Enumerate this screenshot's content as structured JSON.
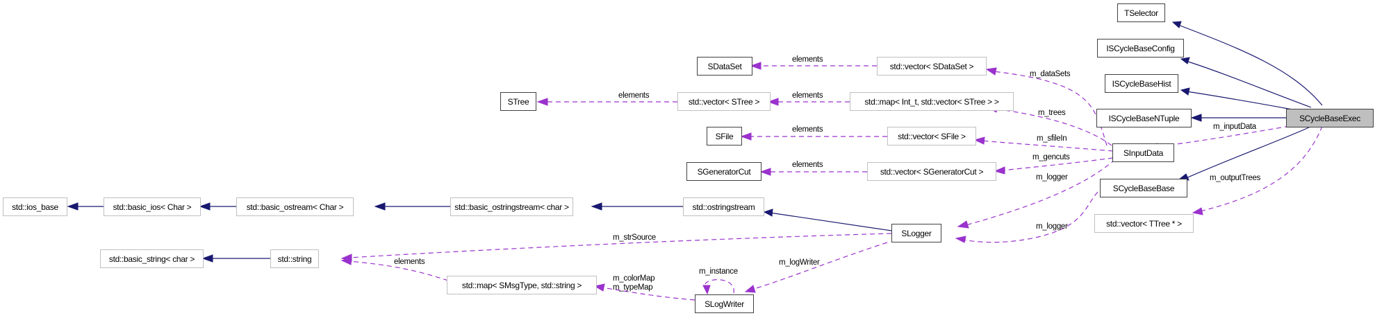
{
  "diagram": {
    "title": "SCycleBaseExec collaboration diagram",
    "colors": {
      "inheritance_edge": "#191970",
      "usage_edge": "#9a32cd",
      "documented_border": "#404040",
      "external_border": "#bfbfbf",
      "focus_fill": "#bfbfbf"
    },
    "nodes": {
      "SCycleBaseExec": "SCycleBaseExec",
      "TSelector": "TSelector",
      "ISCycleBaseConfig": "ISCycleBaseConfig",
      "ISCycleBaseHist": "ISCycleBaseHist",
      "ISCycleBaseNTuple": "ISCycleBaseNTuple",
      "SInputData": "SInputData",
      "SCycleBaseBase": "SCycleBaseBase",
      "vecTTree": "std::vector< TTree * >",
      "vecSDataSet": "std::vector< SDataSet >",
      "SDataSet": "SDataSet",
      "mapSTree": "std::map< Int_t, std::vector< STree > >",
      "vecSTree": "std::vector< STree >",
      "STree": "STree",
      "vecSFile": "std::vector< SFile >",
      "SFile": "SFile",
      "vecSGeneratorCut": "std::vector< SGeneratorCut >",
      "SGeneratorCut": "SGeneratorCut",
      "ostringstream": "std::ostringstream",
      "basic_ostringstream": "std::basic_ostringstream< char >",
      "basic_ostream": "std::basic_ostream< Char >",
      "basic_ios": "std::basic_ios< Char >",
      "ios_base": "std::ios_base",
      "SLogger": "SLogger",
      "string": "std::string",
      "basic_string": "std::basic_string< char >",
      "mapSMsgType": "std::map< SMsgType, std::string >",
      "SLogWriter": "SLogWriter"
    },
    "edge_labels": {
      "elements_sdataset": "elements",
      "elements_stree_inner": "elements",
      "elements_stree_outer": "elements",
      "elements_sfile": "elements",
      "elements_sgencut": "elements",
      "elements_string": "elements",
      "m_dataSets": "m_dataSets",
      "m_trees": "m_trees",
      "m_sfileIn": "m_sfileIn",
      "m_gencuts": "m_gencuts",
      "m_logger_input": "m_logger",
      "m_logger_base": "m_logger",
      "m_inputData": "m_inputData",
      "m_outputTrees": "m_outputTrees",
      "m_strSource": "m_strSource",
      "m_logWriter": "m_logWriter",
      "m_instance": "m_instance",
      "m_colorMap": "m_colorMap",
      "m_typeMap": "m_typeMap"
    }
  }
}
